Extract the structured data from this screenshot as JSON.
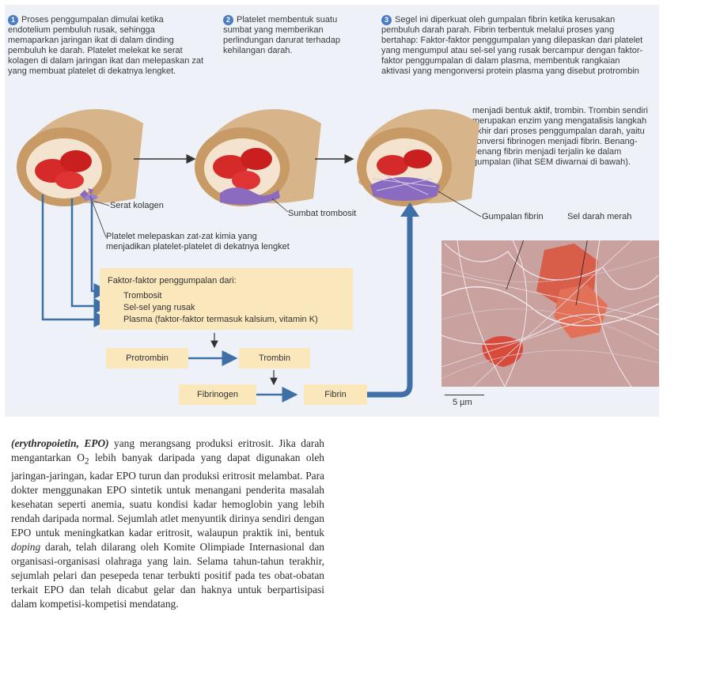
{
  "figure": {
    "steps": [
      {
        "number": "1",
        "text": "Proses penggumpalan dimulai ketika endotelium pembuluh rusak, sehingga memaparkan jaringan ikat di dalam dinding pembuluh ke darah. Platelet melekat ke serat kolagen di dalam jaringan ikat dan melepaskan zat yang membuat platelet di dekatnya lengket."
      },
      {
        "number": "2",
        "text": "Platelet membentuk suatu sumbat yang memberikan perlindungan darurat terhadap kehilangan darah."
      },
      {
        "number": "3",
        "text_top": "Segel ini diperkuat oleh gumpalan fibrin ketika kerusakan pembuluh darah parah. Fibrin terbentuk melalui proses yang bertahap: Faktor-faktor penggumpalan yang dilepaskan dari platelet yang mengumpul atau sel-sel yang rusak bercampur dengan faktor-faktor penggumpalan di dalam plasma, membentuk rangkaian aktivasi yang mengonversi protein plasma yang disebut protrombin",
        "text_bottom": "menjadi bentuk aktif, trombin. Trombin sendiri merupakan enzim yang mengatalisis langkah akhir dari proses penggumpalan darah, yaitu konversi fibrinogen menjadi fibrin. Benang-benang fibrin menjadi terjalin ke dalam gumpalan (lihat SEM diwarnai di bawah)."
      }
    ],
    "labels": {
      "collagen": "Serat kolagen",
      "platelet_plug": "Sumbat trombosit",
      "platelet_release": "Platelet melepaskan zat-zat kimia yang menjadikan platelet-platelet di dekatnya lengket",
      "fibrin_clot": "Gumpalan fibrin",
      "red_blood_cell": "Sel darah merah"
    },
    "factors": {
      "title": "Faktor-faktor penggumpalan dari:",
      "items": [
        "Trombosit",
        "Sel-sel yang rusak",
        "Plasma (faktor-faktor termasuk kalsium, vitamin K)"
      ]
    },
    "cascade": {
      "prothrombin": "Protrombin",
      "thrombin": "Trombin",
      "fibrinogen": "Fibrinogen",
      "fibrin": "Fibrin"
    },
    "scale_bar": "5 µm",
    "colors": {
      "arrow_blue": "#3e6fa6",
      "box_fill": "#fbe7bc",
      "vessel": "#caa47a",
      "blood": "#d42a2a",
      "platelet": "#8b6bc0"
    }
  },
  "body_text": {
    "lead": "(erythropoietin, EPO)",
    "o2_pre": " yang merangsang produksi eritrosit. Jika darah mengantarkan O",
    "o2_sub": "2",
    "part1": " lebih banyak daripada yang dapat digunakan oleh jaringan-jaringan, kadar EPO turun dan produksi eritrosit melambat. Para dokter menggunakan EPO sintetik untuk menangani penderita masalah kesehatan seperti anemia, suatu kondisi kadar hemoglobin yang lebih rendah daripada normal. Sejumlah atlet menyuntik dirinya sendiri dengan EPO untuk meningkatkan kadar eritrosit, walaupun praktik ini, bentuk ",
    "doping": "doping",
    "part2": " darah, telah dilarang oleh Komite Olimpiade Internasional dan organisasi-organisasi olahraga yang lain. Selama tahun-tahun terakhir, sejumlah pelari dan pesepeda tenar terbukti positif pada tes obat-obatan terkait EPO dan telah dicabut gelar dan haknya untuk berpartisipasi dalam kompetisi-kompetisi mendatang."
  }
}
